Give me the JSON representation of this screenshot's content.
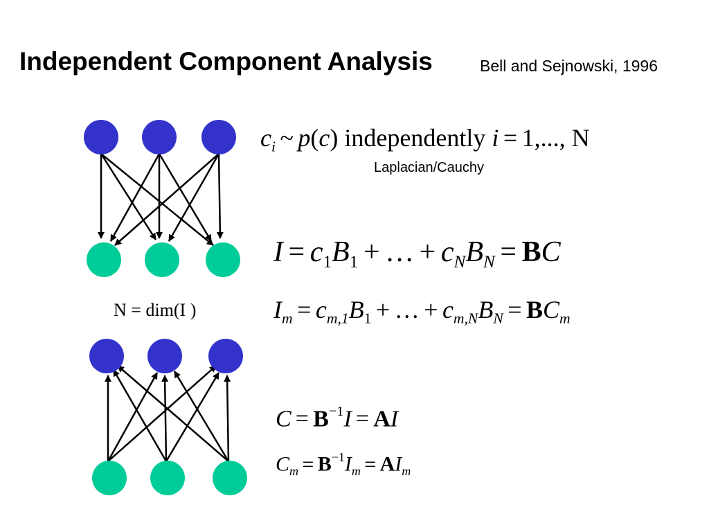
{
  "slide": {
    "title": "Independent Component Analysis",
    "subtitle": "Bell and Sejnowski, 1996"
  },
  "colors": {
    "source_node": "#3333cc",
    "observed_node": "#00cc99",
    "arrow": "#000000"
  },
  "equations": {
    "prior": {
      "independently": "independently",
      "range": "1,..., N"
    },
    "prior_caption": "Laplacian/Cauchy",
    "dimension": "N = dim(I )"
  }
}
